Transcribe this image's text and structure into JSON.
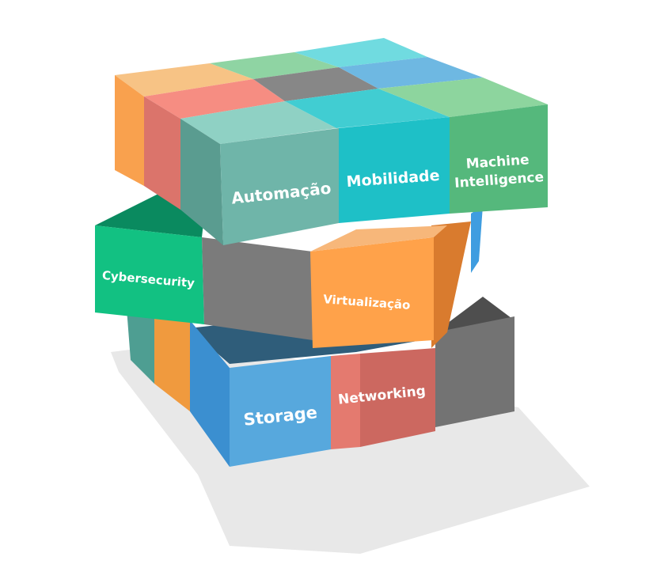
{
  "diagram": {
    "type": "rubiks-cube-infographic",
    "labels": {
      "automacao": "Automação",
      "mobilidade": "Mobilidade",
      "machine_line1": "Machine",
      "machine_line2": "Intelligence",
      "cybersecurity": "Cybersecurity",
      "virtualizacao": "Virtualização",
      "storage": "Storage",
      "networking": "Networking"
    },
    "colors": {
      "teal": "#6fb5a9",
      "cyan": "#1ec0c7",
      "green": "#55b87c",
      "emerald": "#12c182",
      "gray": "#7b7b7b",
      "orange": "#ffa24a",
      "blue": "#57a8dd",
      "coral": "#e37a70",
      "shadow": "#e6e6e6"
    }
  }
}
